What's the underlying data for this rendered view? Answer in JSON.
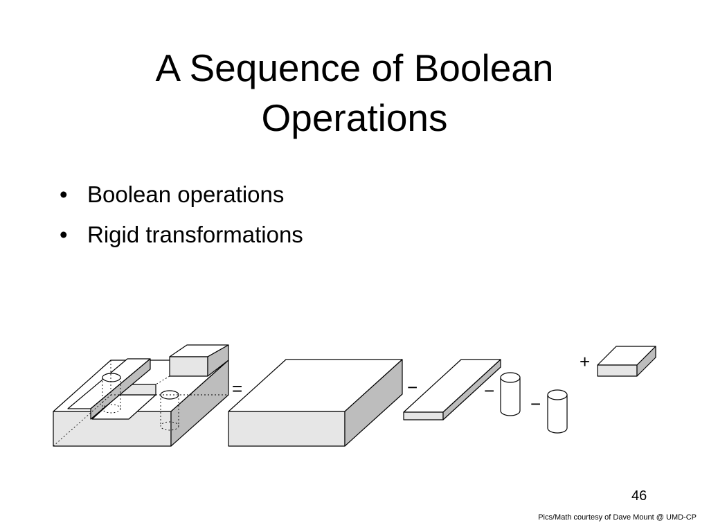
{
  "slide": {
    "title_line1": "A Sequence of Boolean",
    "title_line2": "Operations",
    "bullets": [
      "Boolean operations",
      "Rigid transformations"
    ],
    "operators": {
      "equals": "=",
      "minus1": "−",
      "minus2": "−",
      "minus3": "−",
      "plus": "+"
    },
    "page_number": "46",
    "credit": "Pics/Math courtesy of Dave Mount @ UMD-CP"
  },
  "colors": {
    "top_face": "#ffffff",
    "front_face": "#e6e6e6",
    "side_face": "#bdbdbd",
    "stroke": "#000000"
  }
}
